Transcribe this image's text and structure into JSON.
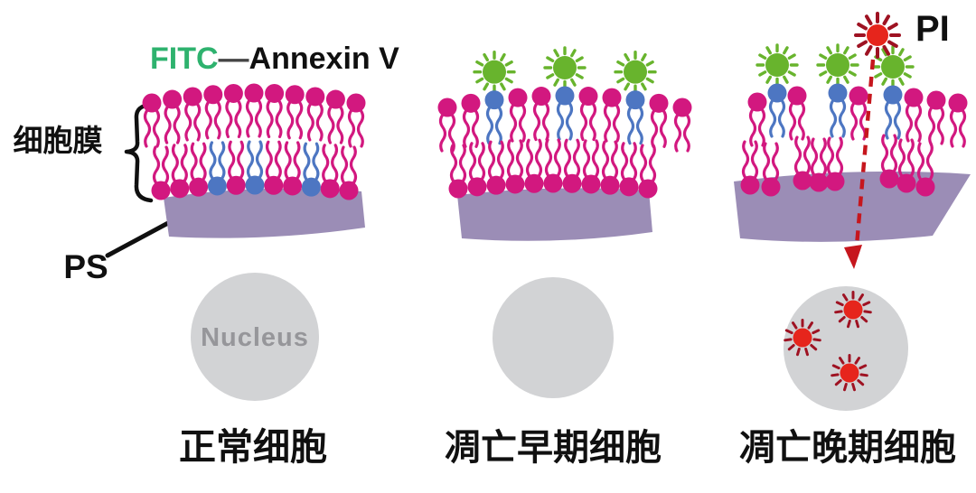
{
  "legend": {
    "fitc": "FITC",
    "dash": "—",
    "annexin": "Annexin V"
  },
  "labels": {
    "cell_membrane": "细胞膜",
    "ps": "PS",
    "pi": "PI",
    "nucleus": "Nucleus"
  },
  "captions": {
    "normal": "正常细胞",
    "early": "凋亡早期细胞",
    "late": "凋亡晚期细胞"
  },
  "colors": {
    "lipid_magenta": "#d2187f",
    "ps_blue": "#4d76c2",
    "fitc_green": "#68b42d",
    "pi_red": "#e6251c",
    "pi_spike_dark": "#9e1222",
    "inner_membrane_purple": "#9b8db6",
    "nucleus_grey": "#d2d3d5",
    "nucleus_text_grey": "#96969a",
    "fitc_text_green": "#2eb26e",
    "arrow_red": "#c6161d",
    "text_black": "#101010",
    "dash_grey": "#454545"
  },
  "membranes": {
    "normal": {
      "outer": [
        "m",
        "m",
        "m",
        "m",
        "m",
        "m",
        "m",
        "m",
        "m",
        "m",
        "m"
      ],
      "inner": [
        "m",
        "m",
        "m",
        "b",
        "m",
        "b",
        "m",
        "m",
        "b",
        "m",
        "m"
      ],
      "annexin_bound": []
    },
    "early": {
      "outer": [
        "m",
        "m",
        "b",
        "m",
        "m",
        "b",
        "m",
        "m",
        "b",
        "m",
        "m"
      ],
      "inner": [
        "m",
        "m",
        "m",
        "m",
        "m",
        "m",
        "m",
        "m",
        "m",
        "m",
        "m"
      ],
      "annexin_bound": [
        2,
        5,
        8
      ]
    },
    "late": {
      "outer_clusters": [
        [
          "m",
          "b",
          "m"
        ],
        [
          "b",
          "m"
        ],
        [
          "b",
          "m",
          "m",
          "m"
        ]
      ],
      "annexin_cluster_bound": [
        [
          1
        ],
        [
          0
        ],
        [
          0
        ]
      ],
      "inner_clusters": [
        [
          "m",
          "m"
        ],
        [
          "m",
          "m",
          "m"
        ],
        [
          "m",
          "m",
          "m"
        ]
      ],
      "pi_dots_in_nucleus": 3
    }
  }
}
